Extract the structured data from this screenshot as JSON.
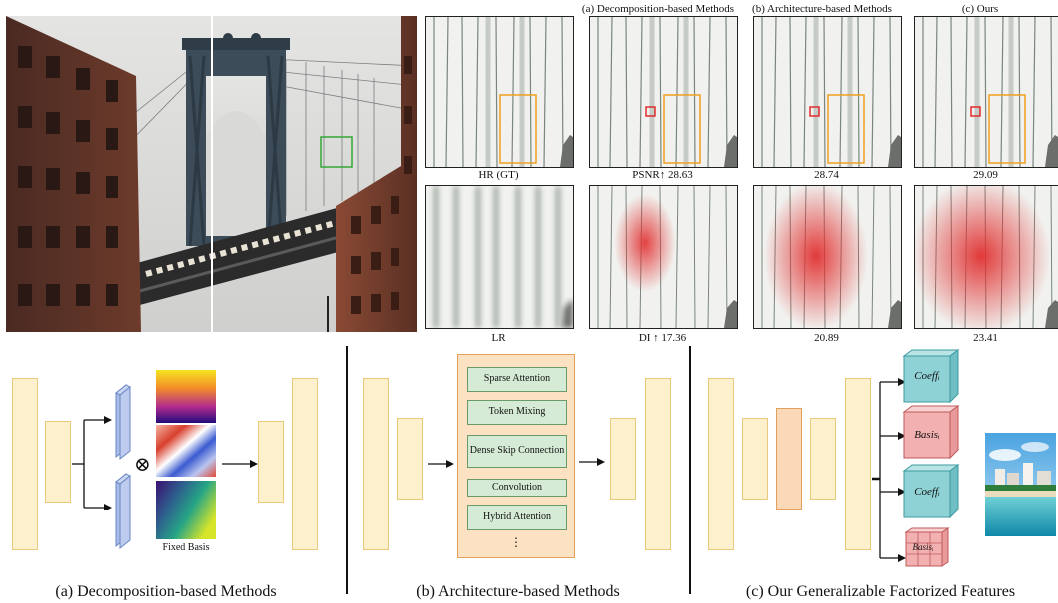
{
  "columns": {
    "a": "(a) Decomposition-based Methods",
    "b": "(b) Architecture-based Methods",
    "c": "(c) Ours"
  },
  "row1_labels": {
    "hr": "HR (GT)",
    "a": "PSNR↑  28.63",
    "b": "28.74",
    "c": "29.09"
  },
  "row2_labels": {
    "lr": "LR",
    "a": "DI ↑  17.36",
    "b": "20.89",
    "c": "23.41"
  },
  "panel_a": {
    "fixed_basis_label": "Fixed Basis",
    "operator": "⊗",
    "caption": "(a) Decomposition-based Methods"
  },
  "panel_b": {
    "modules": [
      "Sparse Attention",
      "Token Mixing",
      "Dense Skip Connection",
      "Convolution",
      "Hybrid Attention"
    ],
    "ellipsis": "⋮",
    "caption": "(b) Architecture-based Methods"
  },
  "panel_c": {
    "coeff_label": "Coeffᵢ",
    "basis_label": "Basisᵢ",
    "caption": "(c) Our Generalizable Factorized Features"
  },
  "colors": {
    "encoder_block": "#fdf0cc",
    "module_fill": "#d5ebd5",
    "coeff_cube": "#8fd2d6",
    "basis_cube": "#f2b0b0",
    "zoom_box": "#f0a020",
    "region_box": "#32a832",
    "small_box": "#e02020",
    "heatmap": "#e03030"
  }
}
